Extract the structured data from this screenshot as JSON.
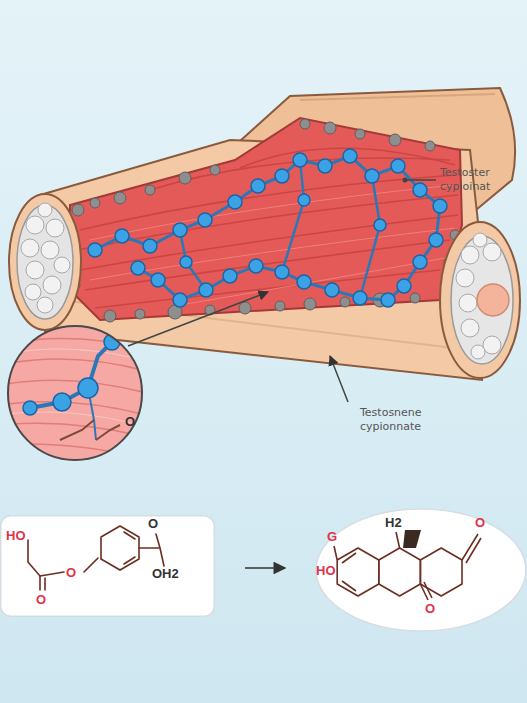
{
  "diagram": {
    "nodes": [
      {
        "text": [
          "O"
        ]
      },
      {
        "text": [
          "HO",
          "O",
          "O",
          "O",
          "OH2"
        ]
      },
      {
        "text": [
          "G",
          "H2",
          "O",
          "HO",
          "O"
        ]
      }
    ],
    "edges": [
      {
        "from": 1,
        "to": 2,
        "arrow": "to"
      }
    ],
    "labels": [
      "Testoster cypioinat",
      "Testosnene cypionnate"
    ]
  }
}
